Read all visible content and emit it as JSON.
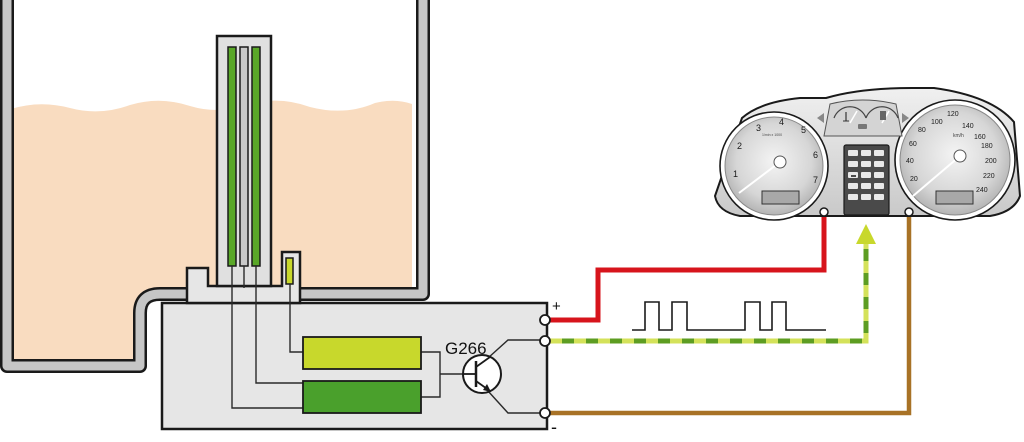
{
  "sensor_label": "G266",
  "terminals": {
    "plus": "+",
    "minus": "-"
  },
  "tachometer": {
    "numbers": [
      "1",
      "2",
      "3",
      "4",
      "5",
      "6",
      "7"
    ],
    "unit": "1/min x 1000"
  },
  "speedometer": {
    "numbers": [
      "20",
      "40",
      "60",
      "80",
      "100",
      "120",
      "140",
      "160",
      "180",
      "200",
      "220",
      "240"
    ],
    "unit": "km/h"
  },
  "colors": {
    "oil": "#f9dcc0",
    "housing": "#e6e6e6",
    "outline": "#1a1a1a",
    "supply_wire": "#d7141c",
    "signal_wire_green": "#5d9d22",
    "signal_wire_yellow": "#d4e25a",
    "ground_wire": "#a87226",
    "element_light": "#c8d82c",
    "element_dark": "#4aa02c"
  },
  "icons": [
    "coolant-temperature-icon",
    "fuel-pump-icon",
    "oil-can-icon",
    "warning-lamp-icon"
  ]
}
